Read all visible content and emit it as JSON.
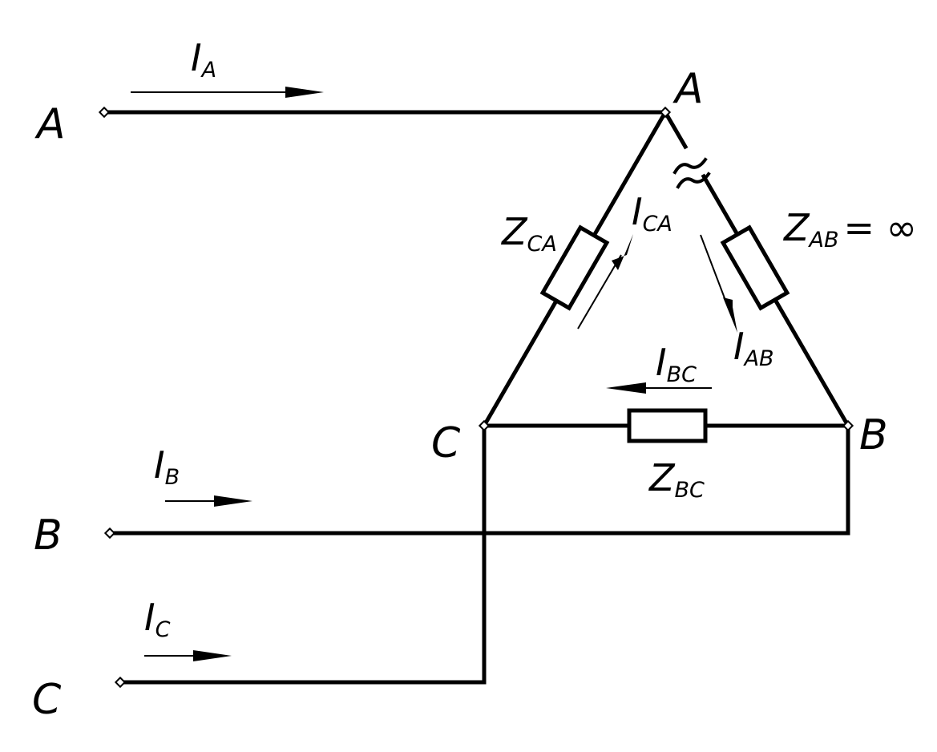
{
  "lines": {
    "A": {
      "label": "A",
      "current_label": "I",
      "current_sub": "A"
    },
    "B": {
      "label": "B",
      "current_label": "I",
      "current_sub": "B"
    },
    "C": {
      "label": "C",
      "current_label": "I",
      "current_sub": "C"
    }
  },
  "nodes": {
    "A": "A",
    "B": "B",
    "C": "C"
  },
  "impedances": {
    "CA": {
      "label": "Z",
      "sub": "CA"
    },
    "AB": {
      "label": "Z",
      "sub": "AB",
      "value": "= ∞"
    },
    "BC": {
      "label": "Z",
      "sub": "BC"
    }
  },
  "phase_currents": {
    "CA": {
      "label": "I",
      "sub": "CA"
    },
    "AB": {
      "label": "I",
      "sub": "AB"
    },
    "BC": {
      "label": "I",
      "sub": "BC"
    }
  },
  "break_symbol": "≈"
}
